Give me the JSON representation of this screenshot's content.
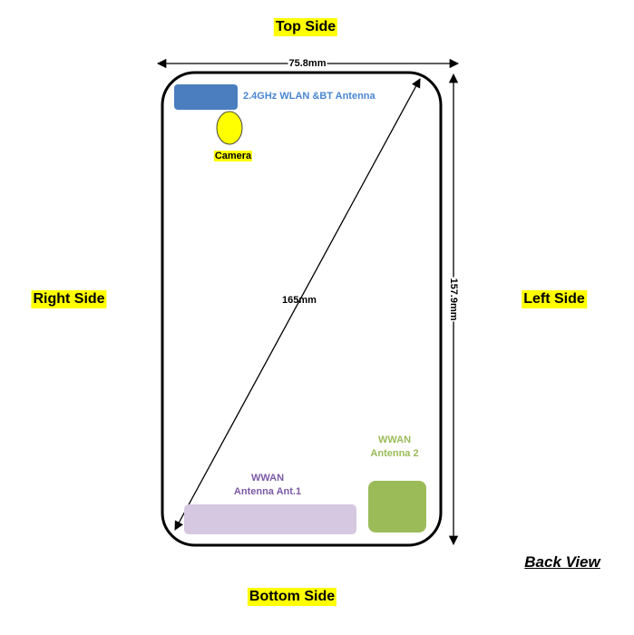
{
  "sides": {
    "top": "Top Side",
    "bottom": "Bottom Side",
    "left": "Left Side",
    "right": "Right Side"
  },
  "dimensions": {
    "width": "75.8mm",
    "height": "157.9mm",
    "diagonal": "165mm"
  },
  "components": {
    "wlan_bt": "2.4GHz WLAN &BT Antenna",
    "camera": "Camera",
    "wwan1_line1": "WWAN",
    "wwan1_line2": "Antenna Ant.1",
    "wwan2_line1": "WWAN",
    "wwan2_line2": "Antenna 2"
  },
  "view_label": "Back View",
  "colors": {
    "wlan": "#4a7ebf",
    "camera": "#ffff00",
    "wwan1": "#d5c8e0",
    "wwan1_text": "#7b5aa6",
    "wwan2": "#9bbb59",
    "highlight": "#ffff00"
  }
}
